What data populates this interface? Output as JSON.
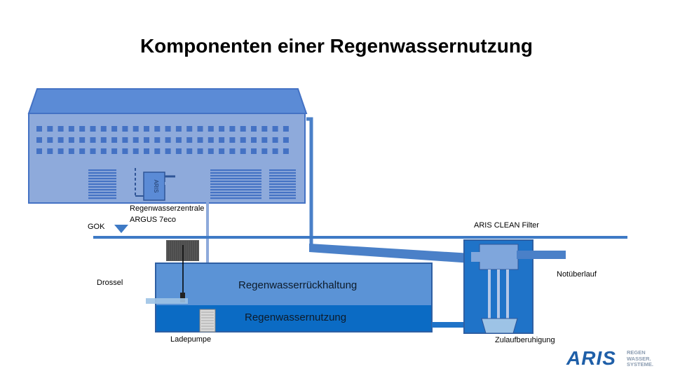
{
  "title": "Komponenten einer Regenwassernutzung",
  "labels": {
    "regenwasserzentrale": "Regenwasserzentrale",
    "argus": "ARGUS 7eco",
    "gok": "GOK",
    "drossel": "Drossel",
    "ladepumpe": "Ladepumpe",
    "aris_clean_filter": "ARIS CLEAN Filter",
    "notueberlauf": "Notüberlauf",
    "zulaufberuhigung": "Zulaufberuhigung",
    "regenwasserrueckhaltung": "Regenwasserrückhaltung",
    "regenwassernutzung": "Regenwassernutzung"
  },
  "device_brand": "ARIS",
  "logo": {
    "mark": "ARIS",
    "line1": "REGEN",
    "line2": "WASSER.",
    "line3": "SYSTEME."
  },
  "colors": {
    "building": "#8eaadb",
    "building_border": "#4472c4",
    "roof": "#5b8bd6",
    "window": "#4472c4",
    "pipe": "#4a80c8",
    "tank_upper": "#5b93d6",
    "tank_lower": "#0b6bc4",
    "filter_chamber": "#1f73c8",
    "ground_line": "#3e7ac5",
    "logo": "#1f5fa8"
  }
}
